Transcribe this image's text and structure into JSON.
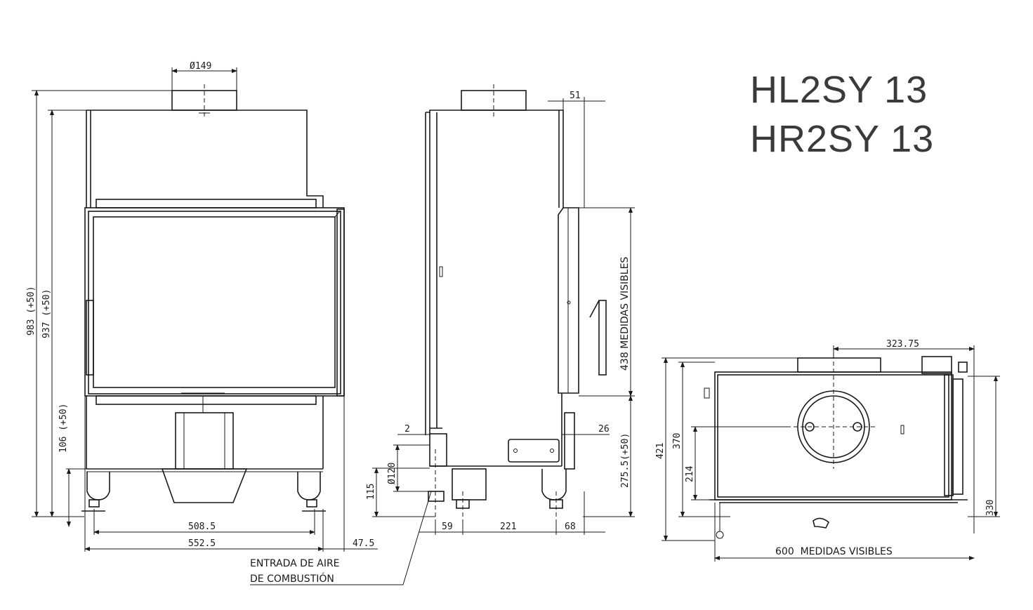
{
  "titles": {
    "model_left": "HL2SY 13",
    "model_right": "HR2SY 13"
  },
  "front_view": {
    "flue_diameter": "Ø149",
    "height_total": "983 (+50)",
    "height_body": "937 (+50)",
    "height_legs": "106 (+50)",
    "width_inner": "508.5",
    "width_outer": "552.5",
    "offset_right": "47.5"
  },
  "side_view": {
    "top_offset": "51",
    "visible_height": "438 MEDIDAS VISIBLES",
    "offset_2": "2",
    "air_inlet_diameter": "Ø120",
    "air_inlet_height": "115",
    "offset_26": "26",
    "lower_height": "275.5(+50)",
    "bottom_59": "59",
    "bottom_221": "221",
    "bottom_68": "68"
  },
  "plan_view": {
    "flue_offset": "323.75",
    "depth_421": "421",
    "depth_370": "370",
    "depth_214": "214",
    "depth_330": "330",
    "width_visible": "600  MEDIDAS VISIBLES"
  },
  "callout": {
    "air_inlet_line1": "ENTRADA DE AIRE",
    "air_inlet_line2": "DE COMBUSTIÓN"
  }
}
